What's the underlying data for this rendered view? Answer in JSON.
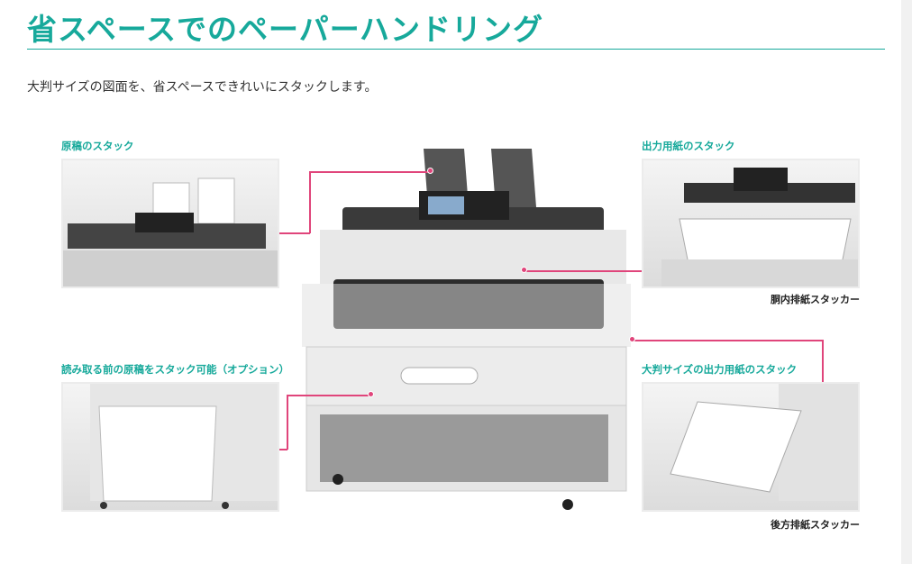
{
  "title": "省スペースでのペーパーハンドリング",
  "lead": "大判サイズの図面を、省スペースできれいにスタックします。",
  "features": {
    "original_stack": "原稿のスタック",
    "pre_read_stack": "読み取る前の原稿をスタック可能（オプション）",
    "output_stack": "出力用紙のスタック",
    "large_output_stack": "大判サイズの出力用紙のスタック"
  },
  "captions": {
    "internal_stacker": "胴内排紙スタッカー",
    "rear_stacker": "後方排紙スタッカー"
  },
  "colors": {
    "accent": "#17a99b",
    "pointer": "#e0457b"
  }
}
